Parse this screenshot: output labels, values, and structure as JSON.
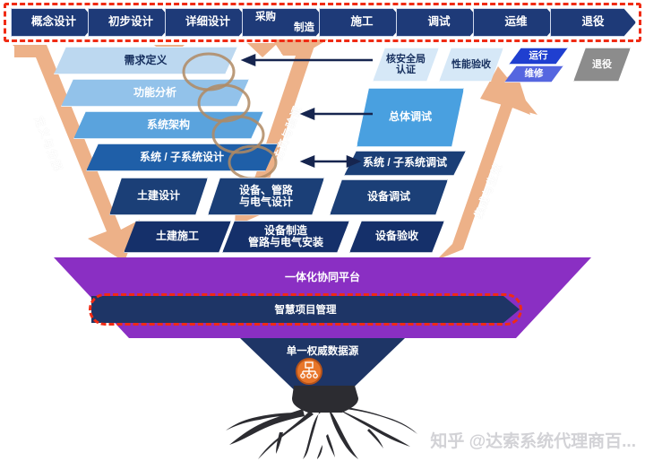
{
  "diagram": {
    "title_watermark": "知乎 @达索系统代理商百...",
    "phases": [
      {
        "id": "concept",
        "label": "概念设计"
      },
      {
        "id": "preliminary",
        "label": "初步设计"
      },
      {
        "id": "detailed",
        "label": "详细设计"
      },
      {
        "id": "procure",
        "label": "采购",
        "label2": "制造"
      },
      {
        "id": "construction",
        "label": "施工"
      },
      {
        "id": "commissioning",
        "label": "调试"
      },
      {
        "id": "operation",
        "label": "运维"
      },
      {
        "id": "decommission",
        "label": "退役"
      }
    ],
    "left_branch": [
      {
        "id": "requirements",
        "label": "需求定义",
        "color": "#bcd8f0"
      },
      {
        "id": "function",
        "label": "功能分析",
        "color": "#92c2ea"
      },
      {
        "id": "architecture",
        "label": "系统架构",
        "color": "#5aa3dd"
      },
      {
        "id": "subsystem-design",
        "label": "系统 / 子系统设计",
        "color": "#1f5fa8"
      }
    ],
    "left_lower": [
      {
        "id": "civil-design",
        "label": "土建设计"
      },
      {
        "id": "equipment-design",
        "label": "设备、管路",
        "label2": "与电气设计"
      },
      {
        "id": "civil-construction",
        "label": "土建施工"
      },
      {
        "id": "equipment-manufacture",
        "label": "设备制造",
        "label2": "管路与电气安装"
      }
    ],
    "right_branch": [
      {
        "id": "overall-commissioning",
        "label": "总体调试",
        "color": "#49a0e0"
      },
      {
        "id": "subsystem-commissioning",
        "label": "系统 / 子系统调试",
        "color": "#1b3f77"
      },
      {
        "id": "equipment-commissioning",
        "label": "设备调试",
        "color": "#1b3f77"
      },
      {
        "id": "equipment-acceptance",
        "label": "设备验收",
        "color": "#15306a"
      }
    ],
    "top_right_boxes": [
      {
        "id": "nuclear-safety",
        "label": "核安全局",
        "label2": "认证",
        "color": "#d6e8f7",
        "text": "#17305f"
      },
      {
        "id": "performance-acceptance",
        "label": "性能验收",
        "color": "#d6e8f7",
        "text": "#17305f"
      },
      {
        "id": "running",
        "label": "运行",
        "color": "#1f3fd0",
        "text": "#ffffff"
      },
      {
        "id": "maintenance",
        "label": "维修",
        "color": "#5566e0",
        "text": "#ffffff"
      },
      {
        "id": "retire",
        "label": "退役",
        "color": "#8c8c8c",
        "text": "#ffffff"
      }
    ],
    "flow_arrows": [
      {
        "id": "define-decompose",
        "label": "定义与分解"
      },
      {
        "id": "simulate-verify",
        "label": "仿真与验证"
      },
      {
        "id": "integrate-validate",
        "label": "集成与生效"
      }
    ],
    "platform": {
      "id": "collab-platform",
      "label": "一体化协同平台",
      "project_mgmt": "智慧项目管理",
      "data_source": "单一权威数据源"
    },
    "colors": {
      "navy": "#1e3a78",
      "purple": "#8a2fc3",
      "beige": "#edb188",
      "red_dash": "#f02b14",
      "orange": "#e8762a"
    }
  }
}
